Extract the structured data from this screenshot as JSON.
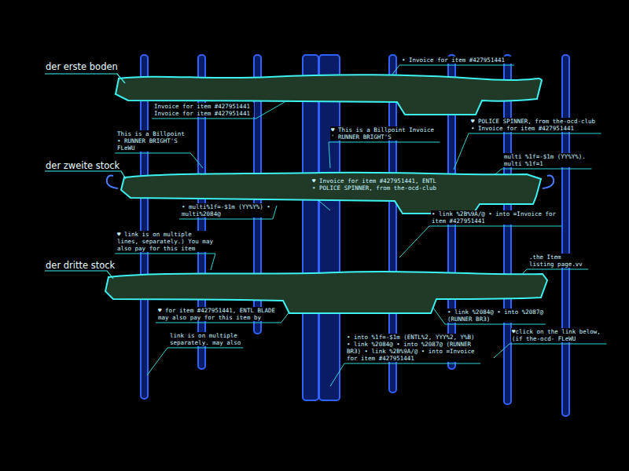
{
  "diagram": {
    "nodes": [
      {
        "text": [
          "der erste boden"
        ]
      },
      {
        "text": [
          "der zweite stock"
        ]
      },
      {
        "text": [
          "der dritte stock"
        ]
      }
    ],
    "labels": [
      "• Invoice for item #427951441",
      "Invoice for item #427951441 Invoice for item #427951441",
      "This is a Billpoint • RUNNER BRIGHT'S FLeWU",
      "♥ This is a Billpoint Invoice ' RUNNER BRIGHT'S",
      "♥ POLICE SPINNER, from the-ocd-club • Invoice for item #427951441",
      "multi %1f=-$1m (YY%Y%). multi %1f=1",
      "♥ Invoice for item #427951441, ENTL • POLICE SPINNER, from the-ocd-club",
      "• multi%1f=-$1m (YY%Y%) • multi%2084@",
      "• link %2B%9A/@ • into =Invoice for item #427951441",
      "♥ link is on multiple lines, separately.) You may also pay for this item",
      ".the Item listing page.vv",
      "♥ for item #427951441, ENTL BLADE may also pay for this item by",
      "link is on multiple separately. may also",
      "• into %1f=-$1m (ENTL%2, YYY%2, Y%B) • link %2084@ • into %2087@ (RUNNER BR3) • link %2B%9A/@ • into =Invoice for item #427951441",
      "• link %2084@ • into %2087@ (RUNNER BR3)",
      "♥click on the link below, (if the-ocd- FLeWU"
    ]
  }
}
